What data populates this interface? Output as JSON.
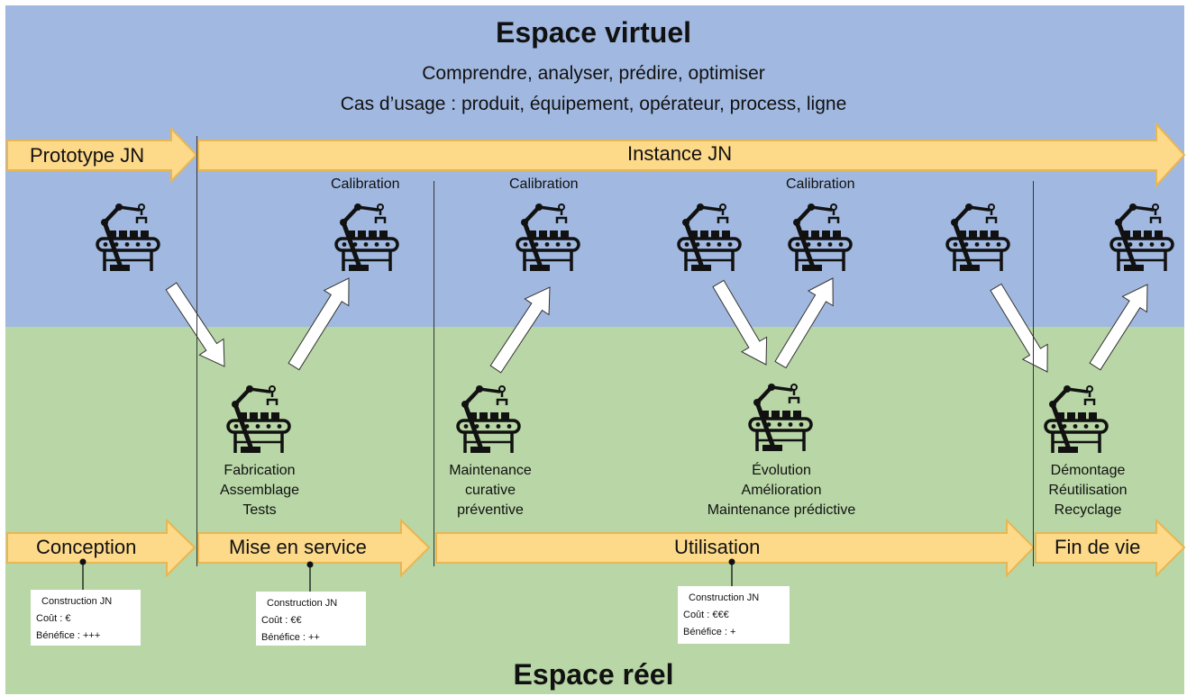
{
  "virtual_space": {
    "title": "Espace virtuel",
    "line1": "Comprendre, analyser, prédire, optimiser",
    "line2": "Cas d’usage : produit, équipement, opérateur, process, ligne"
  },
  "real_space": {
    "title": "Espace réel"
  },
  "colors": {
    "virtual": "#a1b8e0",
    "real": "#b8d6a6",
    "arrow_fill": "#fdd98a",
    "arrow_stroke": "#e8b652"
  },
  "twin_arrows": {
    "prototype": "Prototype JN",
    "instance": "Instance JN"
  },
  "calibration_label": "Calibration",
  "phases": {
    "conception": "Conception",
    "mise_en_service": "Mise en service",
    "utilisation": "Utilisation",
    "fin_de_vie": "Fin de vie"
  },
  "activities": {
    "mise_en_service": [
      "Fabrication",
      "Assemblage",
      "Tests"
    ],
    "maintenance": [
      "Maintenance",
      "curative",
      "préventive"
    ],
    "evolution": [
      "Évolution",
      "Amélioration",
      "Maintenance prédictive"
    ],
    "fin_de_vie": [
      "Démontage",
      "Réutilisation",
      "Recyclage"
    ]
  },
  "notes": {
    "conception": {
      "title": "Construction JN",
      "cost": "Coût : €",
      "benefit": "Bénéfice : +++"
    },
    "mise_en_service": {
      "title": "Construction JN",
      "cost": "Coût : €€",
      "benefit": "Bénéfice : ++"
    },
    "utilisation": {
      "title": "Construction JN",
      "cost": "Coût : €€€",
      "benefit": "Bénéfice : +"
    }
  },
  "icon": "robot-arm-conveyor-icon"
}
